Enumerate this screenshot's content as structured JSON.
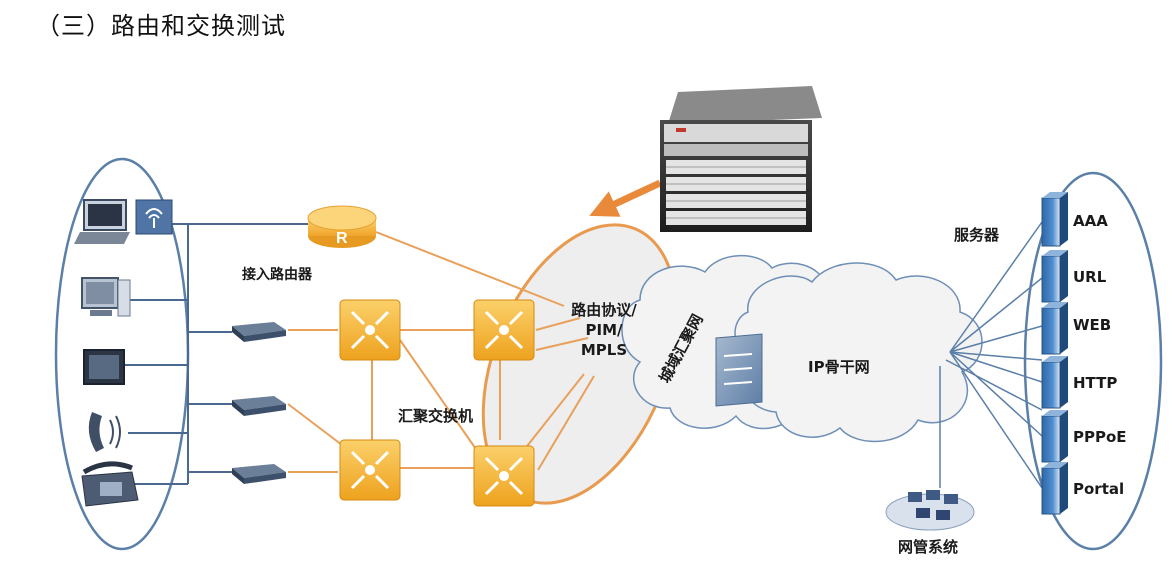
{
  "title": "（三）路由和交换测试",
  "labels": {
    "access_router": "接入路由器",
    "routing_protocol": [
      "路由协议/",
      "PIM/",
      "MPLS"
    ],
    "aggregation_switch": "汇聚交换机",
    "metro_network": "城域汇聚网",
    "ip_backbone": "IP骨干网",
    "servers": "服务器",
    "nms": "网管系统"
  },
  "server_items": [
    "AAA",
    "URL",
    "WEB",
    "HTTP",
    "PPPoE",
    "Portal"
  ],
  "terminals": [
    "laptop-icon",
    "wireless-ap-icon",
    "desktop-pc-icon",
    "tv-monitor-icon",
    "mobile-phone-icon",
    "desk-phone-icon"
  ],
  "colors": {
    "ellipse_stroke": "#5a7fa8",
    "orange_link": "#e89a4e",
    "switch_fill": "#f7b532",
    "cloud_fill": "#f4f4f4",
    "server_blue": "#3d78b8"
  }
}
